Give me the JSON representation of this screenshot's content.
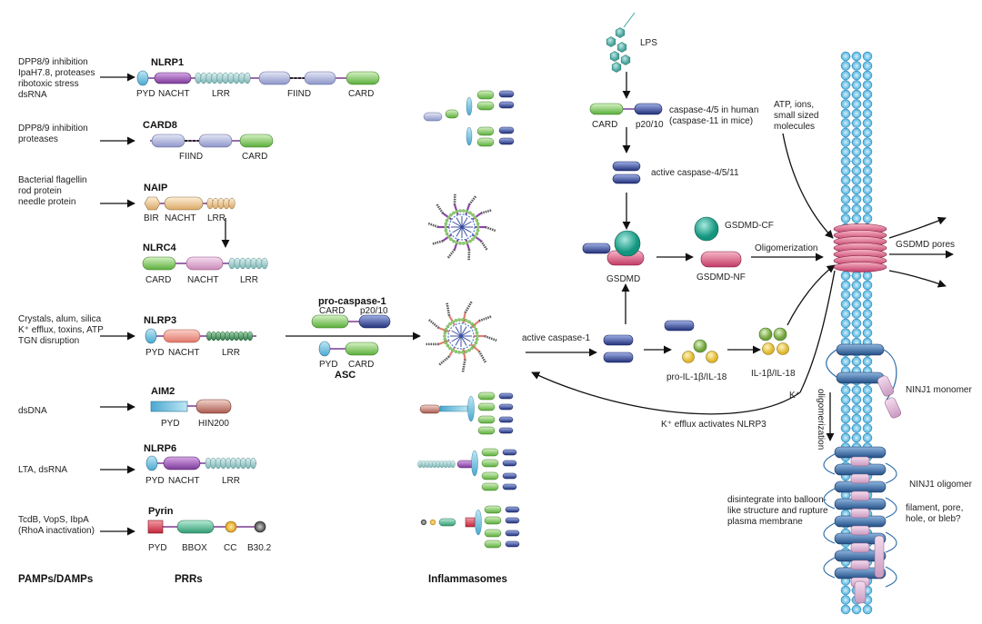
{
  "headers": {
    "pamps": "PAMPs/DAMPs",
    "prrs": "PRRs",
    "inflammasomes": "Inflammasomes"
  },
  "rows": [
    {
      "triggers": [
        "DPP8/9 inhibition",
        "IpaH7.8, proteases",
        "ribotoxic stress",
        "dsRNA"
      ],
      "name": "NLRP1",
      "labels": [
        "PYD",
        "NACHT",
        "LRR",
        "FIIND",
        "CARD"
      ]
    },
    {
      "triggers": [
        "DPP8/9 inhibition",
        "proteases"
      ],
      "name": "CARD8",
      "labels": [
        "FIIND",
        "CARD"
      ]
    },
    {
      "triggers": [
        "Bacterial flagellin",
        "rod protein",
        "needle protein"
      ],
      "name": "NAIP",
      "labels": [
        "BIR",
        "NACHT",
        "LRR"
      ]
    },
    {
      "triggers": [],
      "name": "NLRC4",
      "labels": [
        "CARD",
        "NACHT",
        "LRR"
      ]
    },
    {
      "triggers": [
        "Crystals, alum, silica",
        "K⁺ efflux, toxins, ATP",
        "TGN disruption"
      ],
      "name": "NLRP3",
      "labels": [
        "PYD",
        "NACHT",
        "LRR"
      ]
    },
    {
      "triggers": [
        "dsDNA"
      ],
      "name": "AIM2",
      "labels": [
        "PYD",
        "HIN200"
      ]
    },
    {
      "triggers": [
        "LTA, dsRNA"
      ],
      "name": "NLRP6",
      "labels": [
        "PYD",
        "NACHT",
        "LRR"
      ]
    },
    {
      "triggers": [
        "TcdB, VopS, IbpA",
        "(RhoA inactivation)"
      ],
      "name": "Pyrin",
      "labels": [
        "PYD",
        "BBOX",
        "CC",
        "B30.2"
      ]
    }
  ],
  "center": {
    "pro_caspase_title": "pro-caspase-1",
    "pro_caspase_card": "CARD",
    "pro_caspase_p2010": "p20/10",
    "asc_pyd": "PYD",
    "asc_card": "CARD",
    "asc_title": "ASC"
  },
  "pathway": {
    "lps": "LPS",
    "card": "CARD",
    "p2010": "p20/10",
    "caspase_human": "caspase-4/5 in human",
    "caspase_mice": "(caspase-11 in mice)",
    "active_caspase_4511": "active caspase-4/5/11",
    "gsdmd": "GSDMD",
    "gsdmd_cf": "GSDMD-CF",
    "gsdmd_nf": "GSDMD-NF",
    "oligomerization": "Oligomerization",
    "active_caspase1": "active caspase-1",
    "pro_il": "pro-IL-1β/IL-18",
    "il": "IL-1β/IL-18",
    "k_plus": "K⁺",
    "k_efflux": "K⁺ efflux activates NLRP3",
    "atp_lines": [
      "ATP, ions,",
      "small sized",
      "molecules"
    ],
    "gsdmd_pores": "GSDMD pores",
    "ninj1_monomer": "NINJ1 monomer",
    "oligomerization_v": "oligomerization",
    "ninj1_oligomer": "NINJ1 oligomer",
    "disintegrate_lines": [
      "disintegrate into balloon-",
      "like structure and rupture",
      "plasma membrane"
    ],
    "filament_lines": [
      "filament, pore,",
      "hole, or bleb?"
    ]
  },
  "colors": {
    "pyd": "#7ec8e3",
    "nacht": "#9b59b6",
    "lrr": "#a8d8d8",
    "fiind": "#b8bfe0",
    "card": "#8fd16f",
    "p2010": "#3a4fa0",
    "gsdmd_cf": "#2fb3a0",
    "gsdmd_nf": "#d9537e",
    "membrane": "#6ec6ea",
    "ninj1": "#3c6fa8",
    "il": "#8fbf5a",
    "il_pro": "#f0d060"
  }
}
